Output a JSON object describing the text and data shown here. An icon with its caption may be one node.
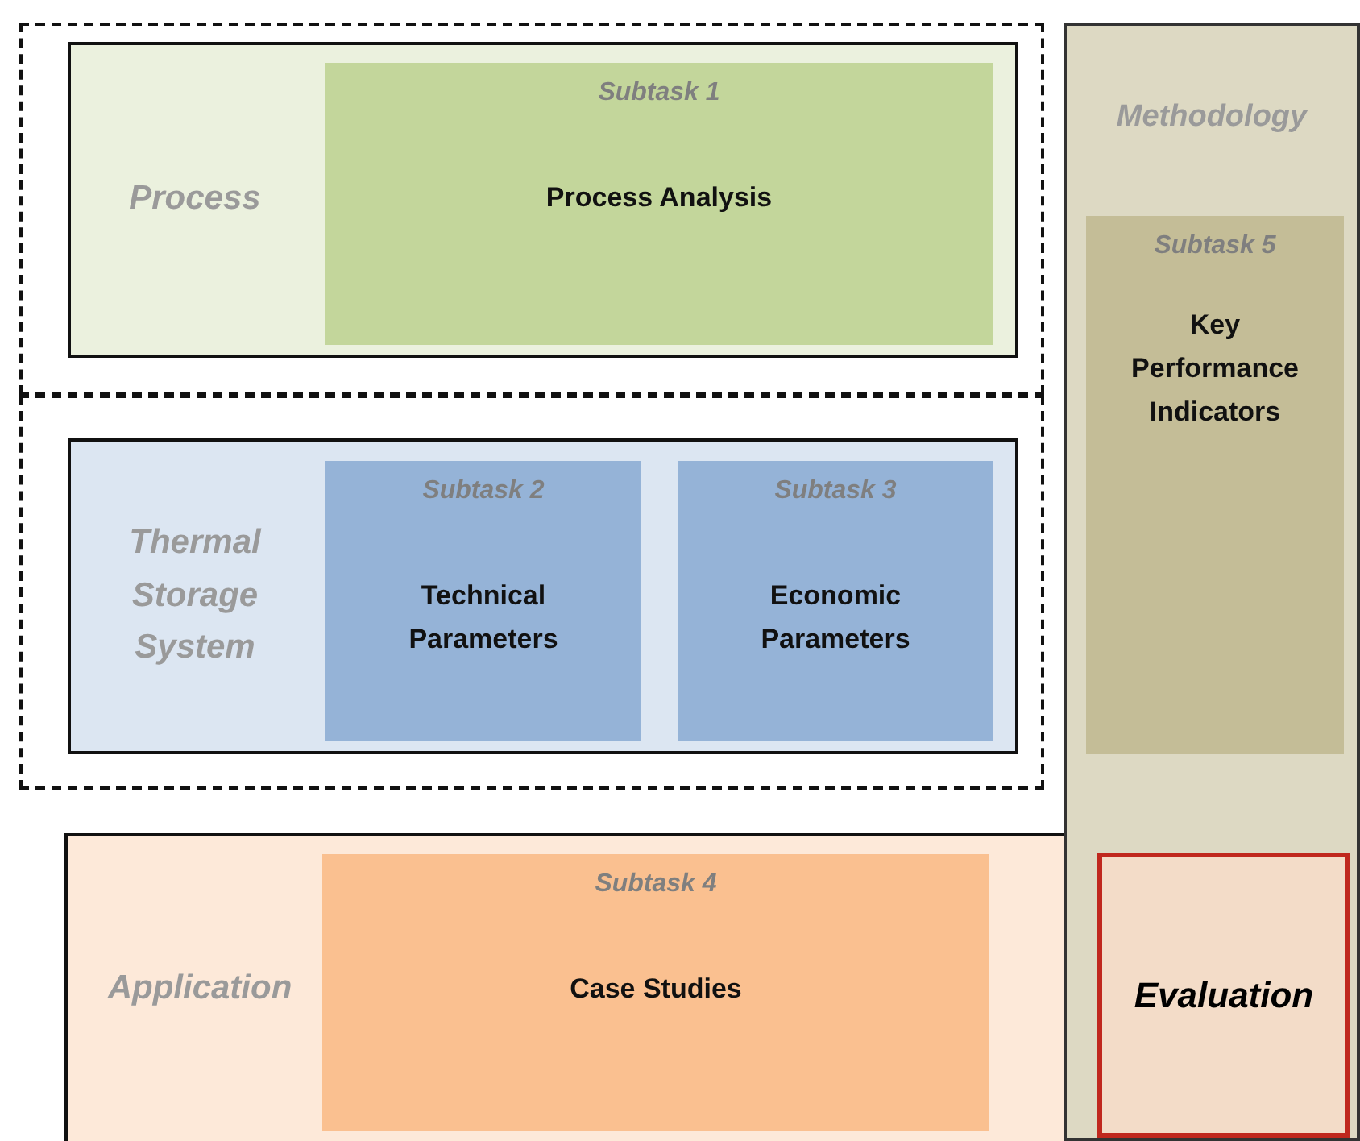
{
  "diagram": {
    "nodes": [
      {
        "text": [],
        "shape": "box"
      },
      {
        "text": [
          "Process"
        ],
        "in": 0
      },
      {
        "text": [
          "Subtask 1",
          "Process Analysis"
        ],
        "in": 1
      },
      {
        "text": [],
        "shape": "box"
      },
      {
        "text": [
          "Thermal Storage System"
        ],
        "in": 3
      },
      {
        "text": [
          "Subtask 2",
          "Technical Parameters"
        ],
        "in": 4
      },
      {
        "text": [
          "Subtask 3",
          "Economic Parameters"
        ],
        "in": 4
      },
      {
        "text": [
          "Methodology"
        ]
      },
      {
        "text": [
          "Subtask 5",
          "Key Performance Indicators"
        ],
        "in": 7
      },
      {
        "text": [
          "Application"
        ]
      },
      {
        "text": [
          "Subtask 4",
          "Case Studies"
        ],
        "in": 9
      },
      {
        "text": [
          "Evaluation"
        ],
        "in": 7
      }
    ]
  }
}
